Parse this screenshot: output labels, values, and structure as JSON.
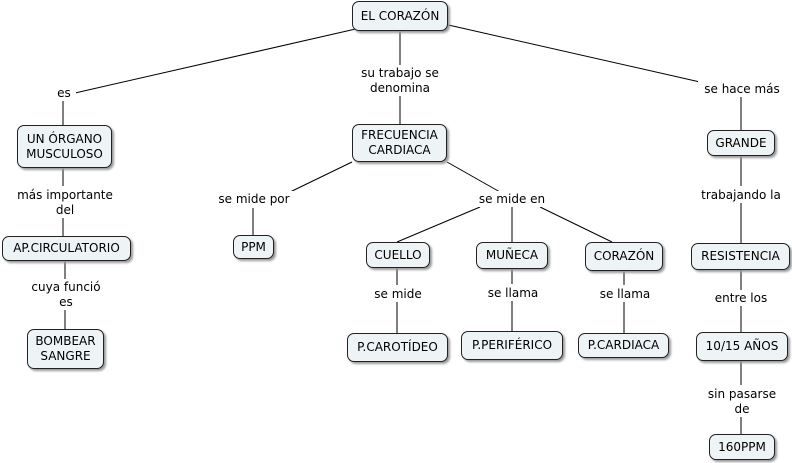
{
  "nodes": {
    "corazon_root": "EL CORAZÓN",
    "organo": "UN ÓRGANO\nMUSCULOSO",
    "ap_circulatorio": "AP.CIRCULATORIO",
    "bombear": "BOMBEAR\nSANGRE",
    "frecuencia": "FRECUENCIA\nCARDIACA",
    "ppm": "PPM",
    "cuello": "CUELLO",
    "muneca": "MUÑECA",
    "corazon2": "CORAZÓN",
    "p_carotideo": "P.CAROTÍDEO",
    "p_periferico": "P.PERIFÉRICO",
    "p_cardiaca": "P.CARDIACA",
    "grande": "GRANDE",
    "resistencia": "RESISTENCIA",
    "anos": "10/15 AÑOS",
    "ppm160": "160PPM"
  },
  "links": {
    "es": "es",
    "su_trabajo": "su trabajo se\ndenomina",
    "se_hace_mas": "se hace más",
    "mas_importante": "más importante\ndel",
    "cuya_funcion": "cuya funció\nes",
    "se_mide_por": "se mide por",
    "se_mide_en": "se mide en",
    "se_mide": "se mide",
    "se_llama_1": "se llama",
    "se_llama_2": "se llama",
    "trabajando": "trabajando la",
    "entre_los": "entre los",
    "sin_pasarse": "sin pasarse\nde"
  }
}
